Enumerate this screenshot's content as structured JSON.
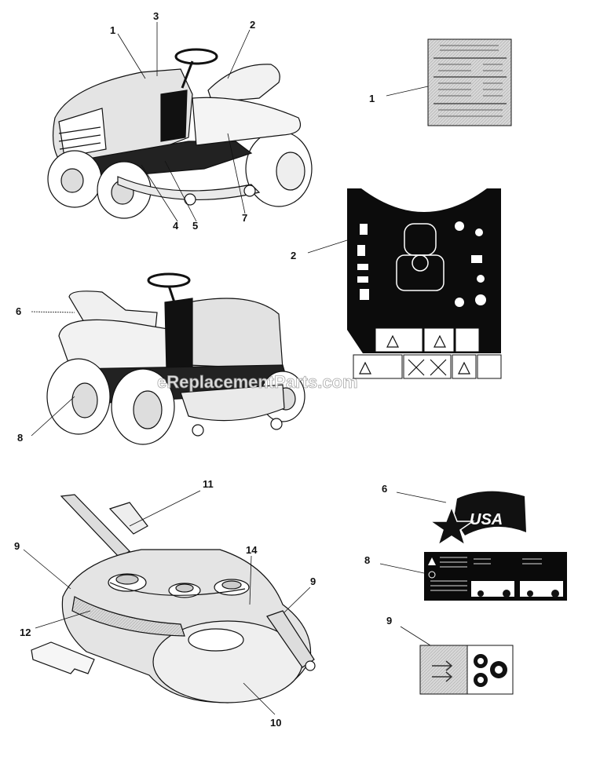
{
  "watermark": "eReplacementParts.com",
  "decal_usa_text": "USA",
  "callouts": {
    "tractor_front": {
      "c1": "1",
      "c2": "2",
      "c3": "3",
      "c4": "4",
      "c5": "5",
      "c7": "7"
    },
    "tractor_rear": {
      "c6": "6",
      "c8": "8"
    },
    "deck": {
      "c9a": "9",
      "c9b": "9",
      "c10": "10",
      "c11": "11",
      "c12": "12",
      "c14": "14"
    },
    "decals": {
      "d1": "1",
      "d2": "2",
      "d6": "6",
      "d8": "8",
      "d9": "9"
    }
  }
}
